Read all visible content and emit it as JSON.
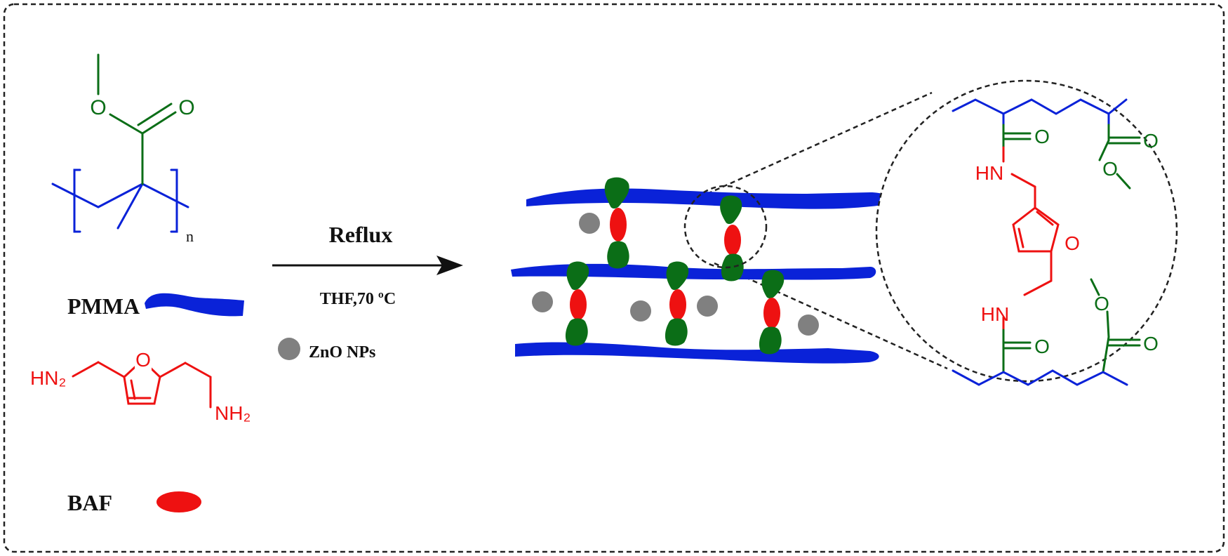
{
  "legend": {
    "pmma_label": "PMMA",
    "baf_label": "BAF",
    "zno_label": "ZnO NPs"
  },
  "reaction": {
    "above_arrow": "Reflux",
    "below_arrow": "THF,70 ºC"
  },
  "pmma_structure": {
    "carbonyl_o": "O",
    "ether_o": "O",
    "repeat_subscript": "n"
  },
  "baf_structure": {
    "amine_left": "HN₂",
    "amine_right": "NH₂",
    "ring_o": "O"
  },
  "zoom_structure": {
    "nh_top": "HN",
    "nh_bottom": "HN",
    "ring_o": "O",
    "amide_o_top": "O",
    "amide_o_bottom": "O",
    "ester_o_top_carbonyl": "O",
    "ester_o_top_ether": "O",
    "ester_o_bottom_carbonyl": "O",
    "ester_o_bottom_ether": "O"
  },
  "colors": {
    "pmma_blue": "#0a22d8",
    "baf_red": "#ee1111",
    "ester_green": "#0b6e17",
    "zno_gray": "#808080",
    "text": "#111111"
  }
}
